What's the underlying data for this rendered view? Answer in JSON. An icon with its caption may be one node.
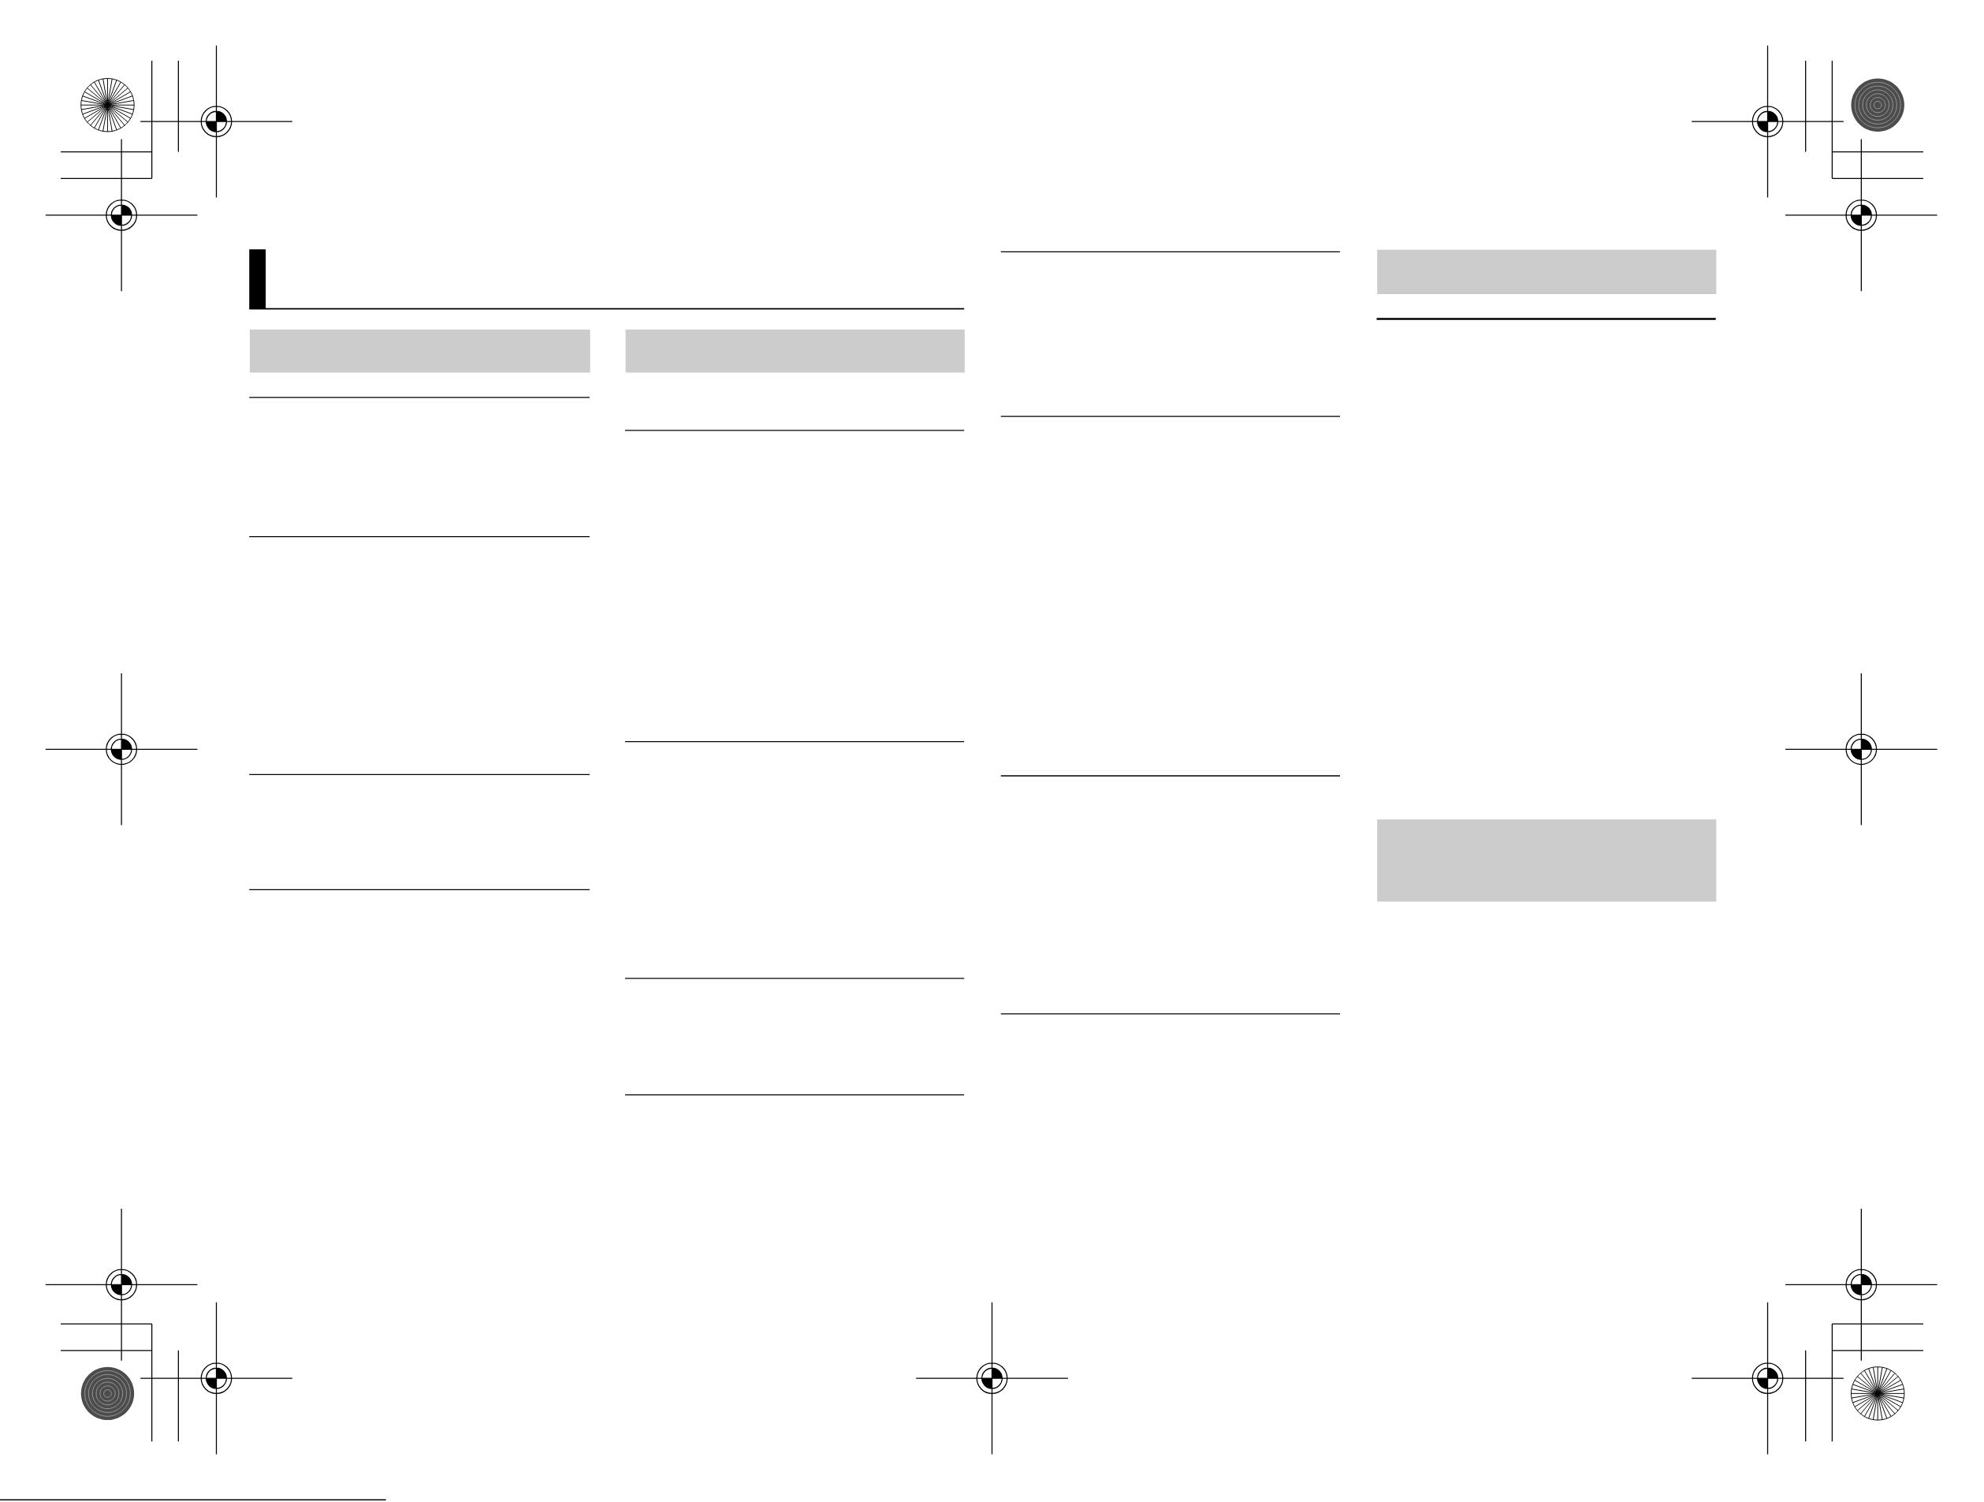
{
  "diagram": {
    "nodes": [
      {
        "text": [],
        "shape": "bar"
      },
      {
        "text": [],
        "shape": "bar"
      },
      {
        "text": [],
        "shape": "bar"
      },
      {
        "text": [],
        "shape": "bar"
      }
    ]
  }
}
